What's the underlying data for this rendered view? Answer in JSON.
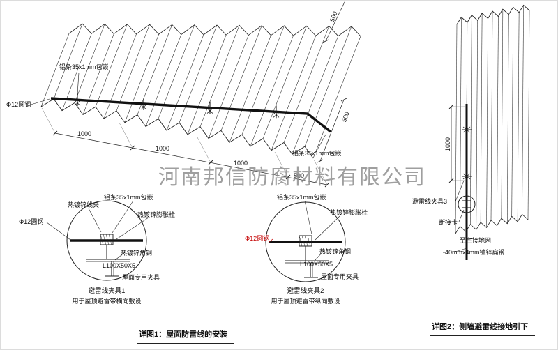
{
  "watermark": "河南邦信防腐材料有限公司",
  "colors": {
    "line": "#1f1f1f",
    "red": "#c40000",
    "watermark": "#8f8f8f"
  },
  "roof_view": {
    "label_alu_top": "铝条35x1mm包嵌",
    "label_round_steel": "Φ12圆钢",
    "label_alu_right": "铝条35x1mm包嵌",
    "dim_1000_a": "1000",
    "dim_1000_b": "1000",
    "dim_1000_c": "1000",
    "dim_500_a": "500",
    "dim_500_slope": "500",
    "dim_500_top": "500"
  },
  "detail1": {
    "title": "避雷线夹具1",
    "subtitle": "用于屋顶避雷带横向敷设",
    "label_wire_clip": "热镀锌线夹",
    "label_alu": "铝条35x1mm包嵌",
    "label_bolt": "热镀锌膨胀栓",
    "label_round_steel": "Φ12圆钢",
    "label_angle": "热镀锌角钢",
    "label_angle_size": "L100X50X5",
    "label_roof_clamp": "屋面专用夹具"
  },
  "detail2": {
    "title": "避雷线夹具2",
    "subtitle": "用于屋顶避雷带纵向敷设",
    "label_alu": "铝条35x1mm包嵌",
    "label_bolt": "热镀锌膨胀栓",
    "label_round_steel": "Φ12圆钢",
    "label_angle": "热镀锌角钢",
    "label_angle_size": "L100X50X5",
    "label_roof_clamp": "屋面专用夹具"
  },
  "wall_view": {
    "dim_1000": "1000",
    "label_clamp3": "避雷线夹具3",
    "label_disconnect": "断接卡",
    "label_to_ground": "至主接地网",
    "label_flat_steel": "-40mmx4mm镀锌扁钢"
  },
  "captions": {
    "detail1": "详图1：屋面防雷线的安装",
    "detail2": "详图2：侧墙避雷线接地引下"
  }
}
